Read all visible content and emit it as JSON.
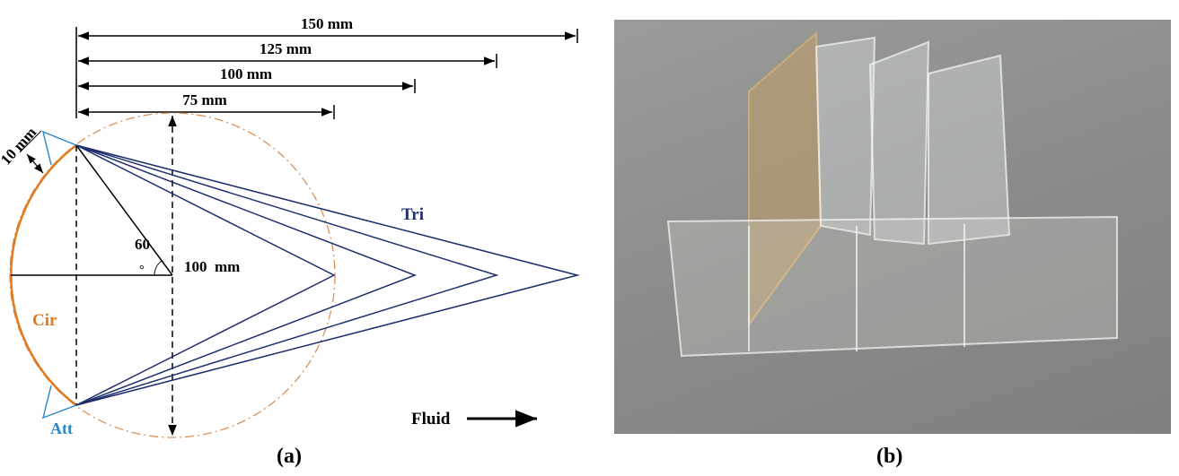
{
  "panel_a": {
    "dimensions": [
      "150 mm",
      "125 mm",
      "100 mm",
      "75 mm"
    ],
    "thickness_label": "10 mm",
    "angle_label": "60",
    "degree_symbol": "°",
    "diameter_label": "100  mm",
    "labels": {
      "tri": "Tri",
      "cir": "Cir",
      "att": "Att",
      "fluid": "Fluid"
    },
    "caption": "(a)"
  },
  "panel_b": {
    "caption": "(b)"
  },
  "colors": {
    "tri": "#1f2f6e",
    "cir": "#e07b20",
    "att": "#2a86c8"
  }
}
